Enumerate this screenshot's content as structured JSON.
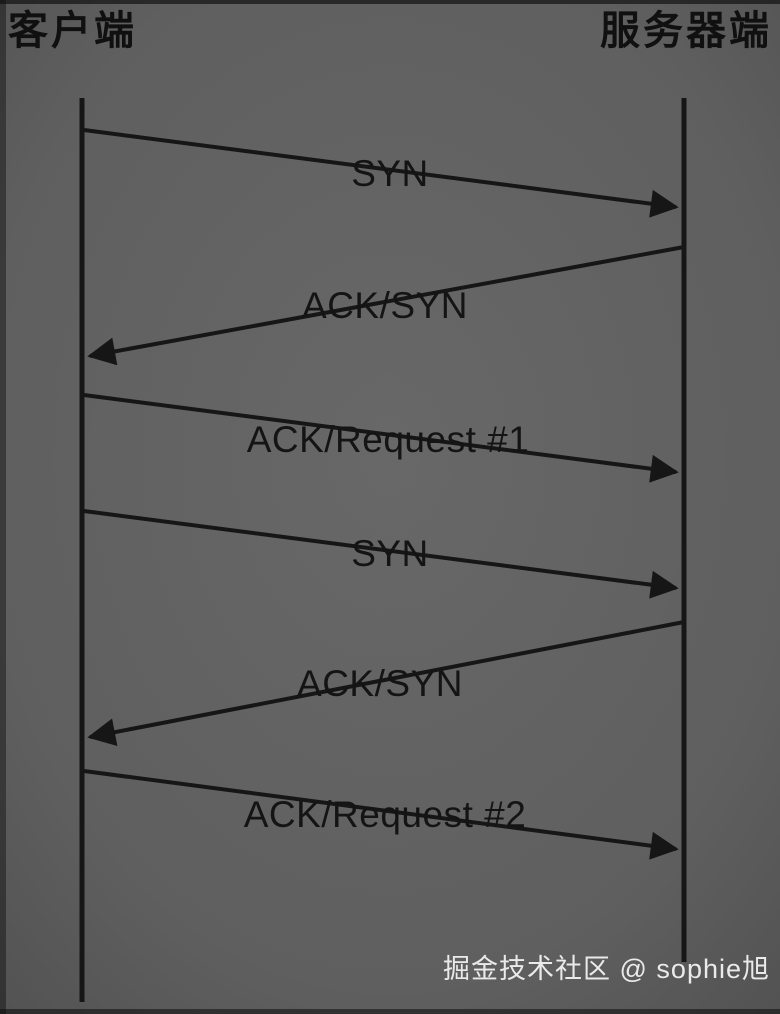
{
  "diagram": {
    "client_label": "客户端",
    "server_label": "服务器端",
    "messages": [
      {
        "label": "SYN",
        "from": "client",
        "to": "server"
      },
      {
        "label": "ACK/SYN",
        "from": "server",
        "to": "client"
      },
      {
        "label": "ACK/Request #1",
        "from": "client",
        "to": "server"
      },
      {
        "label": "SYN",
        "from": "client",
        "to": "server"
      },
      {
        "label": "ACK/SYN",
        "from": "server",
        "to": "client"
      },
      {
        "label": "ACK/Request #2",
        "from": "client",
        "to": "server"
      }
    ],
    "watermark": "掘金技术社区 @ sophie旭",
    "colors": {
      "background": "#5f5f5f",
      "ink": "#161616",
      "watermark_text": "#f2f2f2"
    }
  }
}
